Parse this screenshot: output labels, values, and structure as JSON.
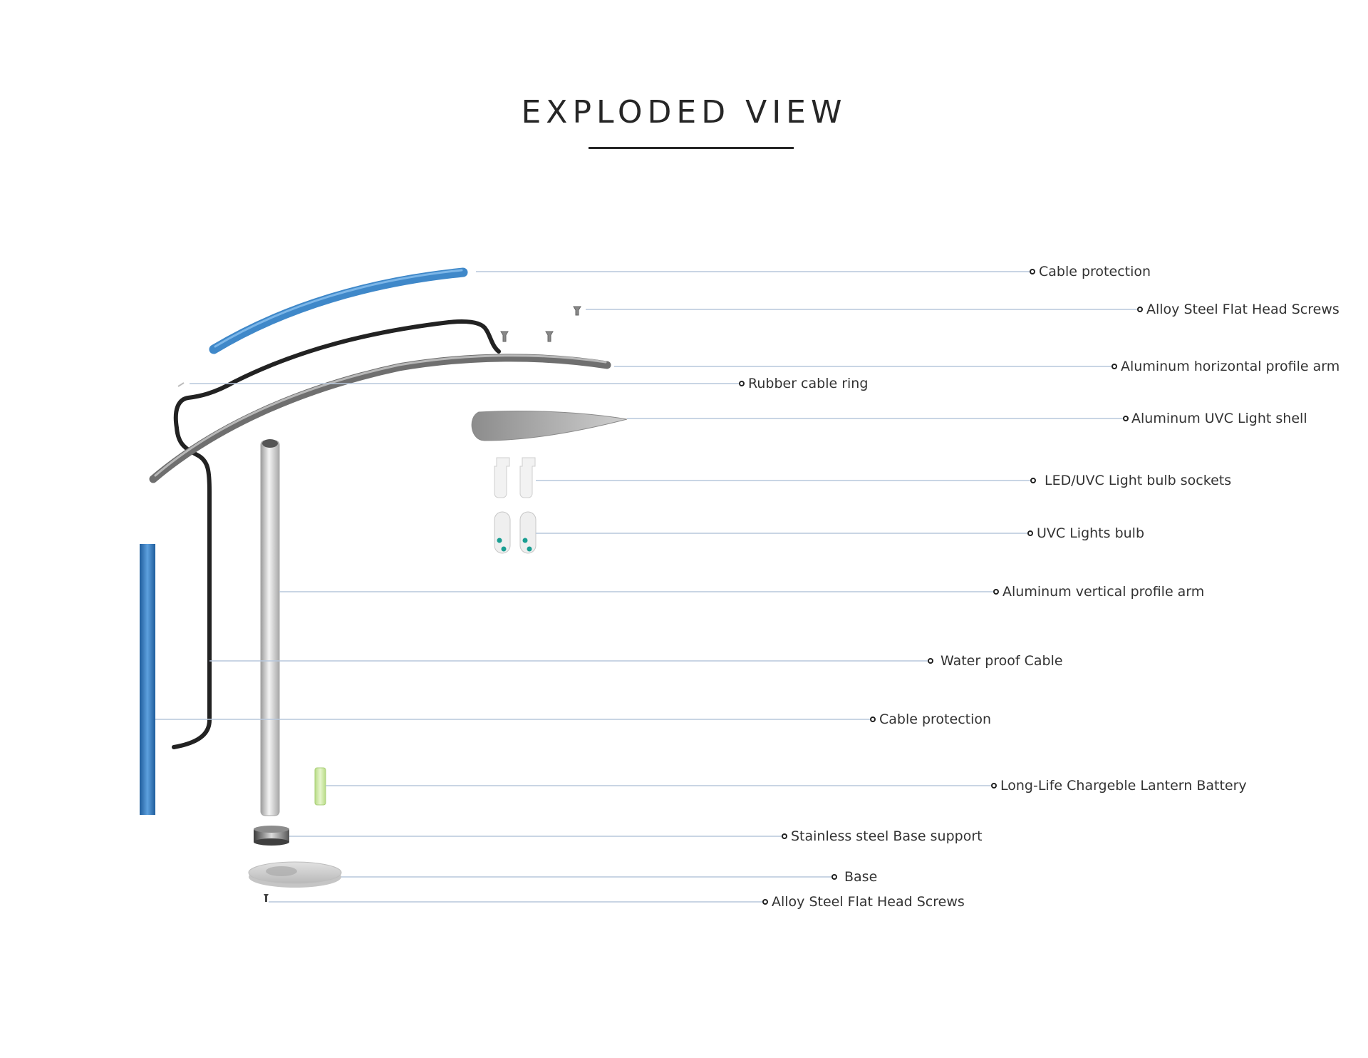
{
  "header": {
    "title": "EXPLODED VIEW"
  },
  "colors": {
    "cable_protection_blue": "#3f88c9",
    "waterproof_cable": "#222222",
    "aluminum": "#9a9a9a",
    "battery": "#cfe8a8",
    "leader_line": "#b7c7dc"
  },
  "labels": [
    {
      "id": "cable-protection-top",
      "text": "Cable protection"
    },
    {
      "id": "alloy-screws-top",
      "text": "Alloy Steel Flat Head Screws"
    },
    {
      "id": "horizontal-arm",
      "text": "Aluminum horizontal profile arm"
    },
    {
      "id": "rubber-ring",
      "text": "Rubber cable ring"
    },
    {
      "id": "uvc-shell",
      "text": "Aluminum UVC Light shell"
    },
    {
      "id": "bulb-sockets",
      "text": "LED/UVC Light bulb sockets"
    },
    {
      "id": "uvc-bulb",
      "text": "UVC Lights bulb"
    },
    {
      "id": "vertical-arm",
      "text": "Aluminum vertical profile arm"
    },
    {
      "id": "waterproof-cable",
      "text": "Water proof Cable"
    },
    {
      "id": "cable-protection-bottom",
      "text": "Cable protection"
    },
    {
      "id": "battery",
      "text": "Long-Life Chargeble Lantern Battery"
    },
    {
      "id": "base-support",
      "text": "Stainless steel Base support"
    },
    {
      "id": "base",
      "text": "Base"
    },
    {
      "id": "alloy-screws-bottom",
      "text": "Alloy Steel Flat Head Screws"
    }
  ]
}
